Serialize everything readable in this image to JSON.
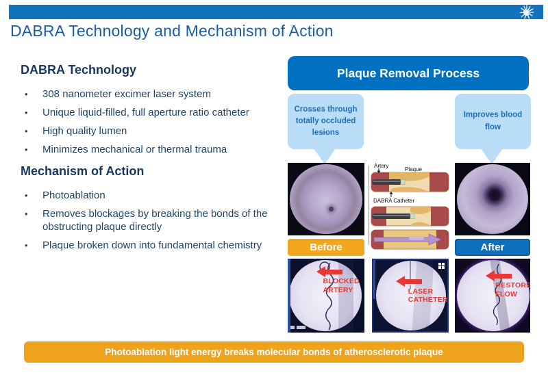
{
  "title": "DABRA Technology and Mechanism of Action",
  "header": {
    "bar_color": "#1273BC",
    "logo_icon": "starburst-icon"
  },
  "left": {
    "tech_heading": "DABRA Technology",
    "tech_bullets": [
      "308 nanometer excimer laser system",
      "Unique liquid-filled, full aperture ratio catheter",
      "High quality lumen",
      "Minimizes mechanical or thermal trauma"
    ],
    "moa_heading": "Mechanism of Action",
    "moa_bullets": [
      "Photoablation",
      "Removes blockages by breaking the bonds of the obstructing plaque directly",
      "Plaque broken down into fundamental chemistry"
    ]
  },
  "right": {
    "panel_title": "Plaque Removal Process",
    "callout_left": "Crosses through totally occluded lesions",
    "callout_right": "Improves blood flow",
    "before_label": "Before",
    "after_label": "After",
    "diagram": {
      "artery_label": "Artery",
      "plaque_label": "Plaque",
      "catheter_label": "DABRA Catheter"
    },
    "xray_labels": {
      "left": "BLOCKED ARTERY",
      "middle": "LASER CATHETER",
      "right": "RESTORED FLOW"
    }
  },
  "footer": {
    "banner": "Photoablation light energy breaks molecular bonds of atherosclerotic plaque",
    "banner_color": "#EFA31D"
  },
  "colors": {
    "title_text": "#1B5EA6",
    "heading_text": "#17375D",
    "body_text": "#1F4467",
    "panel_blue": "#0070C0",
    "callout_blue": "#B9DDF6",
    "before_orange": "#F2A71E",
    "after_blue": "#0E6FBC",
    "xray_red": "#E53935"
  }
}
